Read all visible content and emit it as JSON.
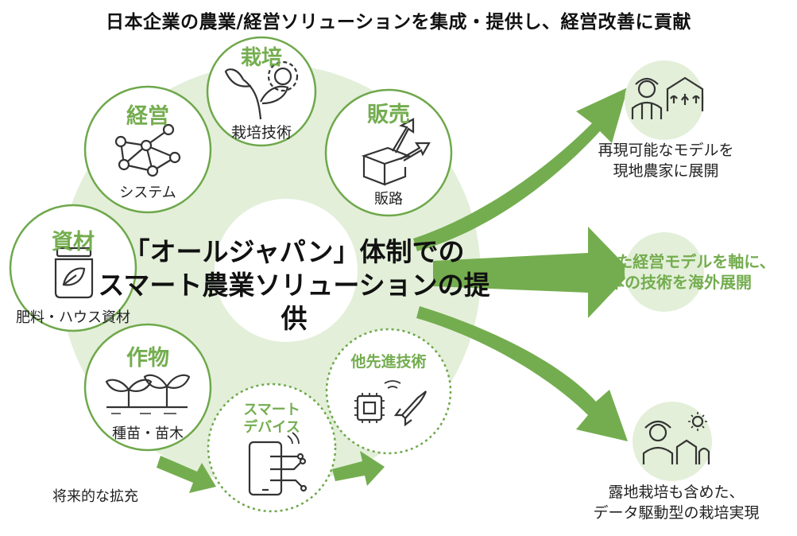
{
  "headline": "日本企業の農業/経営ソリューションを集成・提供し、経営改善に貢献",
  "center": {
    "line1": "「オールジャパン」体制での",
    "line2": "スマート農業ソリューションの提供"
  },
  "nodes": {
    "cultivation": {
      "title": "栽培",
      "sub": "栽培技術",
      "icon": "plant-gear-icon"
    },
    "management": {
      "title": "経営",
      "sub": "システム",
      "icon": "network-icon"
    },
    "sales": {
      "title": "販売",
      "sub": "販路",
      "icon": "box-arrows-icon"
    },
    "materials": {
      "title": "資材",
      "sub": "肥料・ハウス資材",
      "icon": "fertilizer-jar-icon"
    },
    "crops": {
      "title": "作物",
      "sub": "種苗・苗木",
      "icon": "seedlings-icon"
    },
    "smart_device": {
      "title_line1": "スマート",
      "title_line2": "デバイス",
      "icon": "smartphone-circuit-icon"
    },
    "other_tech": {
      "title": "他先進技術",
      "icon": "chip-rocket-icon"
    }
  },
  "future_expansion": "将来的な拡充",
  "outcomes": {
    "top": {
      "line1": "再現可能なモデルを",
      "line2": "現地農家に展開",
      "icon": "farmer-greenhouse-icon"
    },
    "middle": {
      "line1": "確立した経営モデルを軸に、",
      "line2": "日本の技術を海外展開"
    },
    "bottom": {
      "line1": "露地栽培も含めた、",
      "line2": "データ駆動型の栽培実現",
      "icon": "farmer-field-icon"
    }
  },
  "colors": {
    "accent": "#74ad4f",
    "light": "#e3efd9",
    "stroke": "#6ea84b"
  }
}
